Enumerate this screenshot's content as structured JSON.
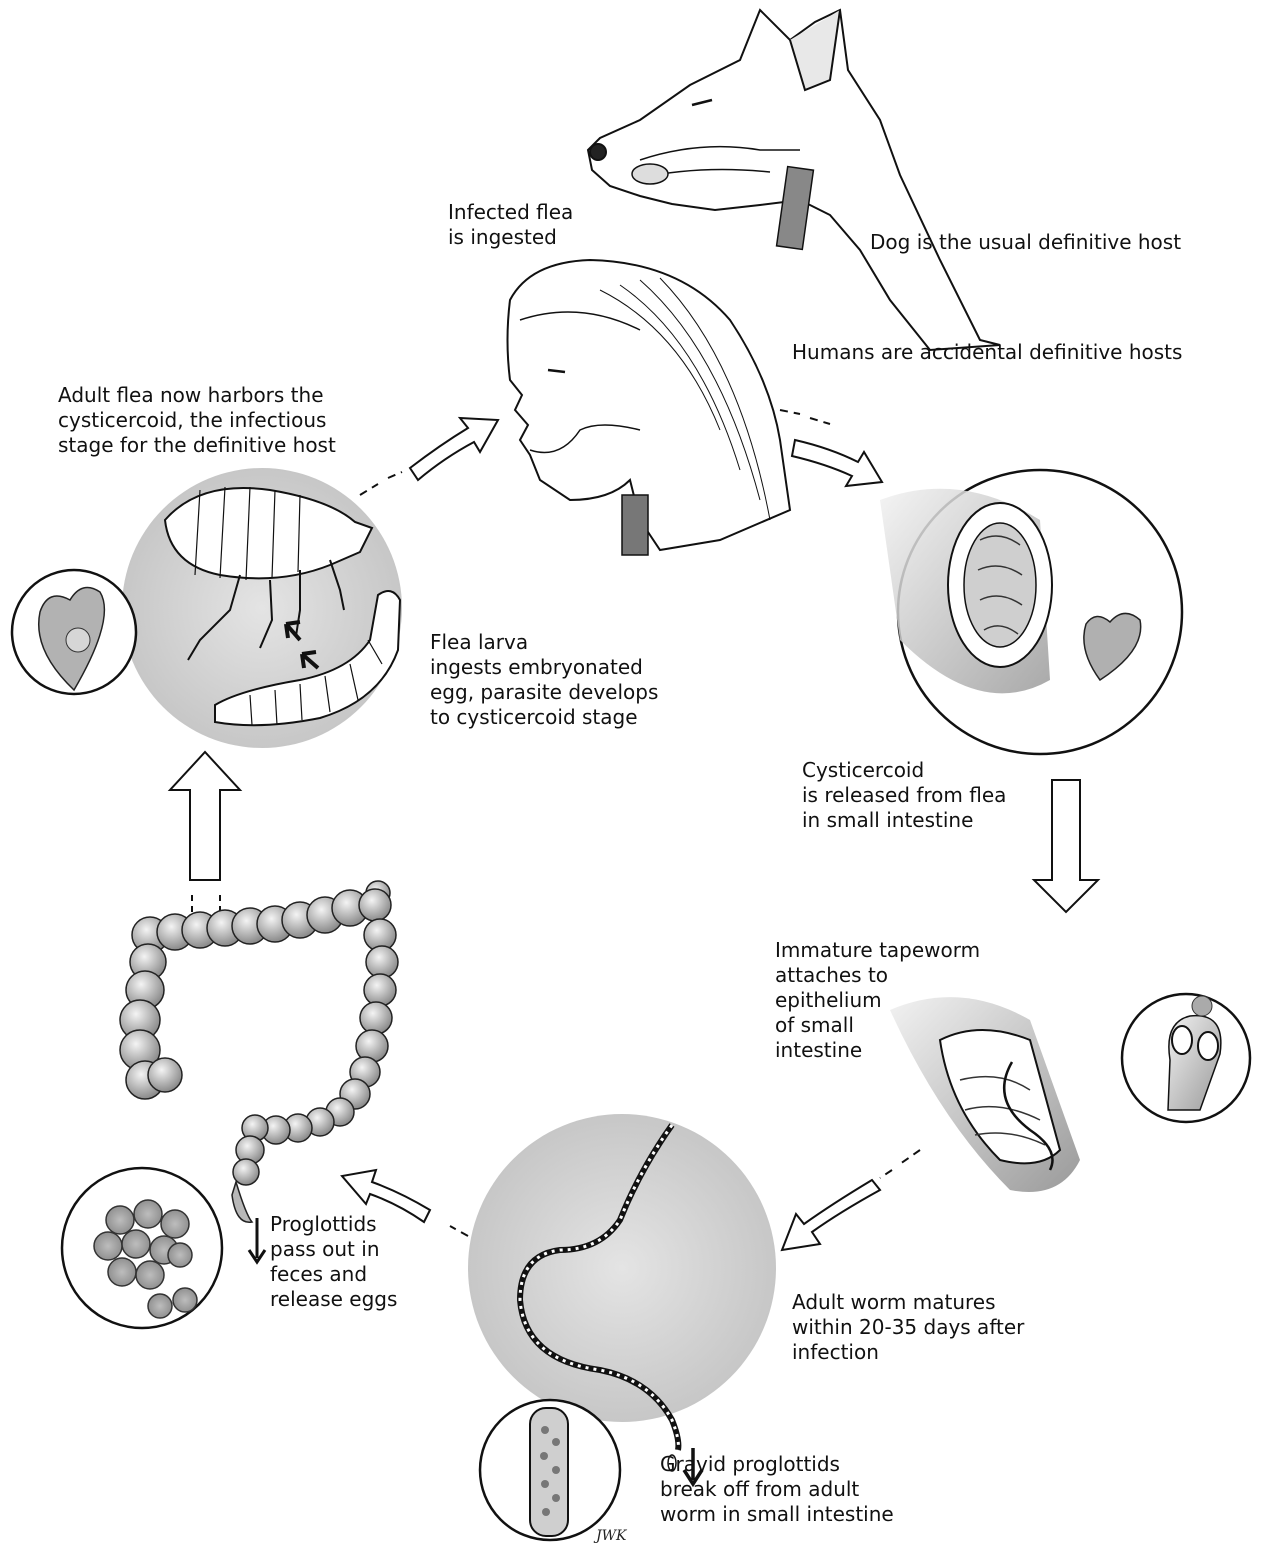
{
  "labels": {
    "infected_flea": "Infected flea\nis ingested",
    "dog_host": "Dog is the usual definitive host",
    "human_host": "Humans are accidental definitive hosts",
    "adult_flea": "Adult flea now harbors the\ncysticercoid, the infectious\nstage for the definitive host",
    "flea_larva": "Flea larva\ningests embryonated\negg, parasite develops\nto cysticercoid stage",
    "cysticercoid_release": "Cysticercoid\nis released from flea\nin small intestine",
    "immature_tapeworm": "Immature tapeworm\nattaches to\nepithelium\nof small\nintestine",
    "proglottids_pass": "Proglottids\npass out in\nfeces and\nrelease eggs",
    "adult_worm": "Adult worm matures\nwithin 20-35 days after\ninfection",
    "gravid": "Gravid proglottids\nbreak off from adult\nworm in small intestine",
    "signature": "JWK"
  },
  "colors": {
    "ink": "#111111",
    "shade": "#d2d2d2",
    "shade_dark": "#a8a8a8",
    "paper": "#ffffff"
  }
}
